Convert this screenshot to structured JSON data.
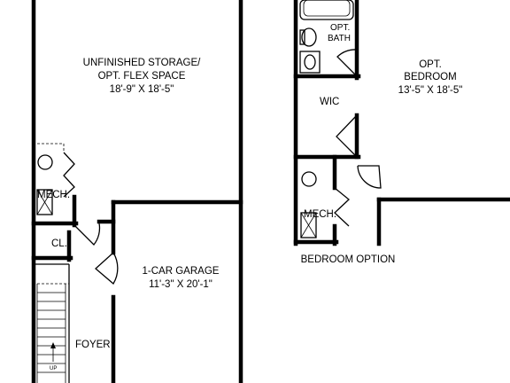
{
  "left_plan": {
    "storage": {
      "line1": "UNFINISHED STORAGE/",
      "line2": "OPT. FLEX SPACE",
      "dims": "18'-9\" X 18'-5\""
    },
    "mech": "MECH.",
    "closet": "CL.",
    "garage": {
      "name": "1-CAR GARAGE",
      "dims": "11'-3\" X 20'-1\""
    },
    "foyer": "FOYER",
    "stair_up": "UP"
  },
  "right_plan": {
    "bath": {
      "line1": "OPT.",
      "line2": "BATH"
    },
    "wic": "WIC",
    "bedroom": {
      "line1": "OPT.",
      "line2": "BEDROOM",
      "dims": "13'-5\" X 18'-5\""
    },
    "mech": "MECH.",
    "caption": "BEDROOM OPTION"
  }
}
